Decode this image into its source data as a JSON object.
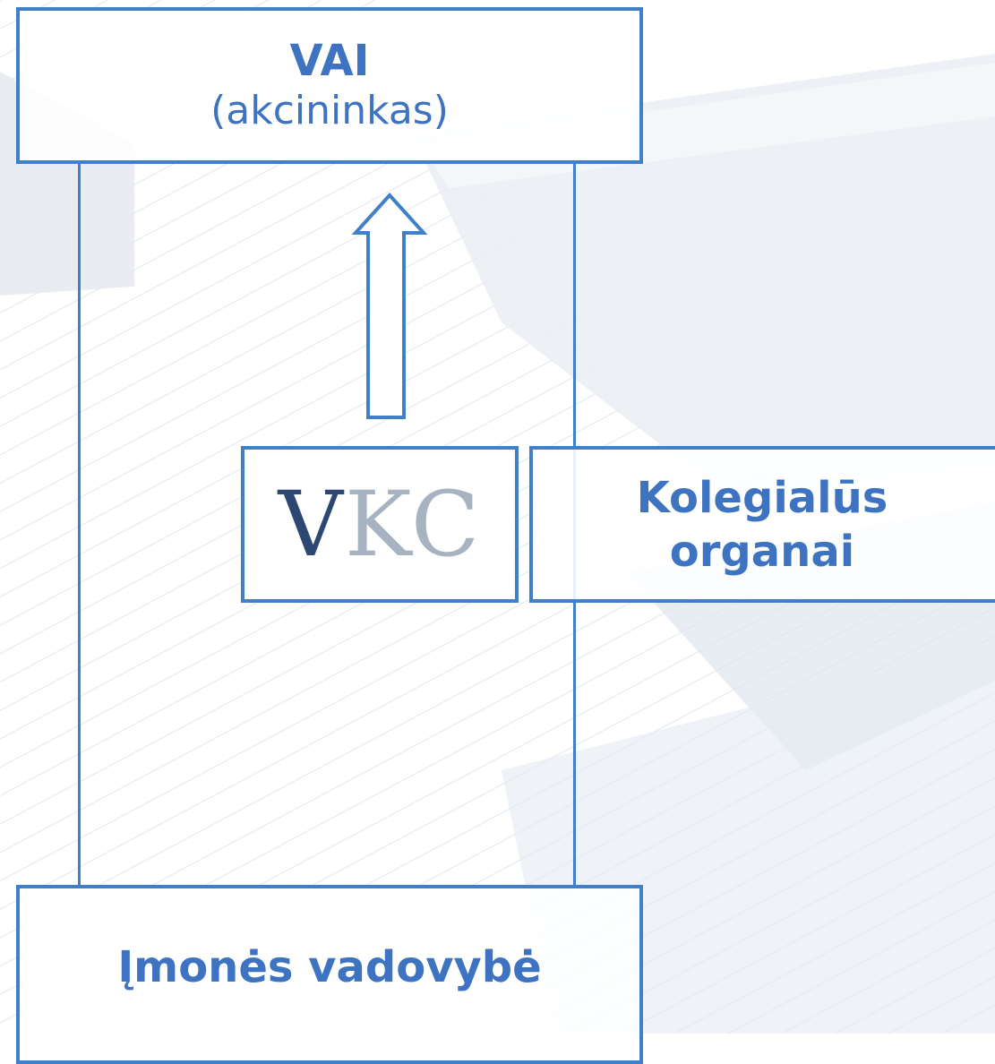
{
  "colors": {
    "accent": "#3f80c8",
    "text": "#3d73c0",
    "logo_dark": "#2d4773",
    "logo_light": "#a8b3c2"
  },
  "top_box": {
    "title": "VAI",
    "subtitle": "(akcininkas)"
  },
  "vkc_box": {
    "logo_first": "V",
    "logo_rest": "KC"
  },
  "collegial_box": {
    "line1": "Kolegialūs",
    "line2": "organai"
  },
  "bottom_box": {
    "title": "Įmonės vadovybė"
  },
  "arrow": {
    "direction": "up"
  }
}
